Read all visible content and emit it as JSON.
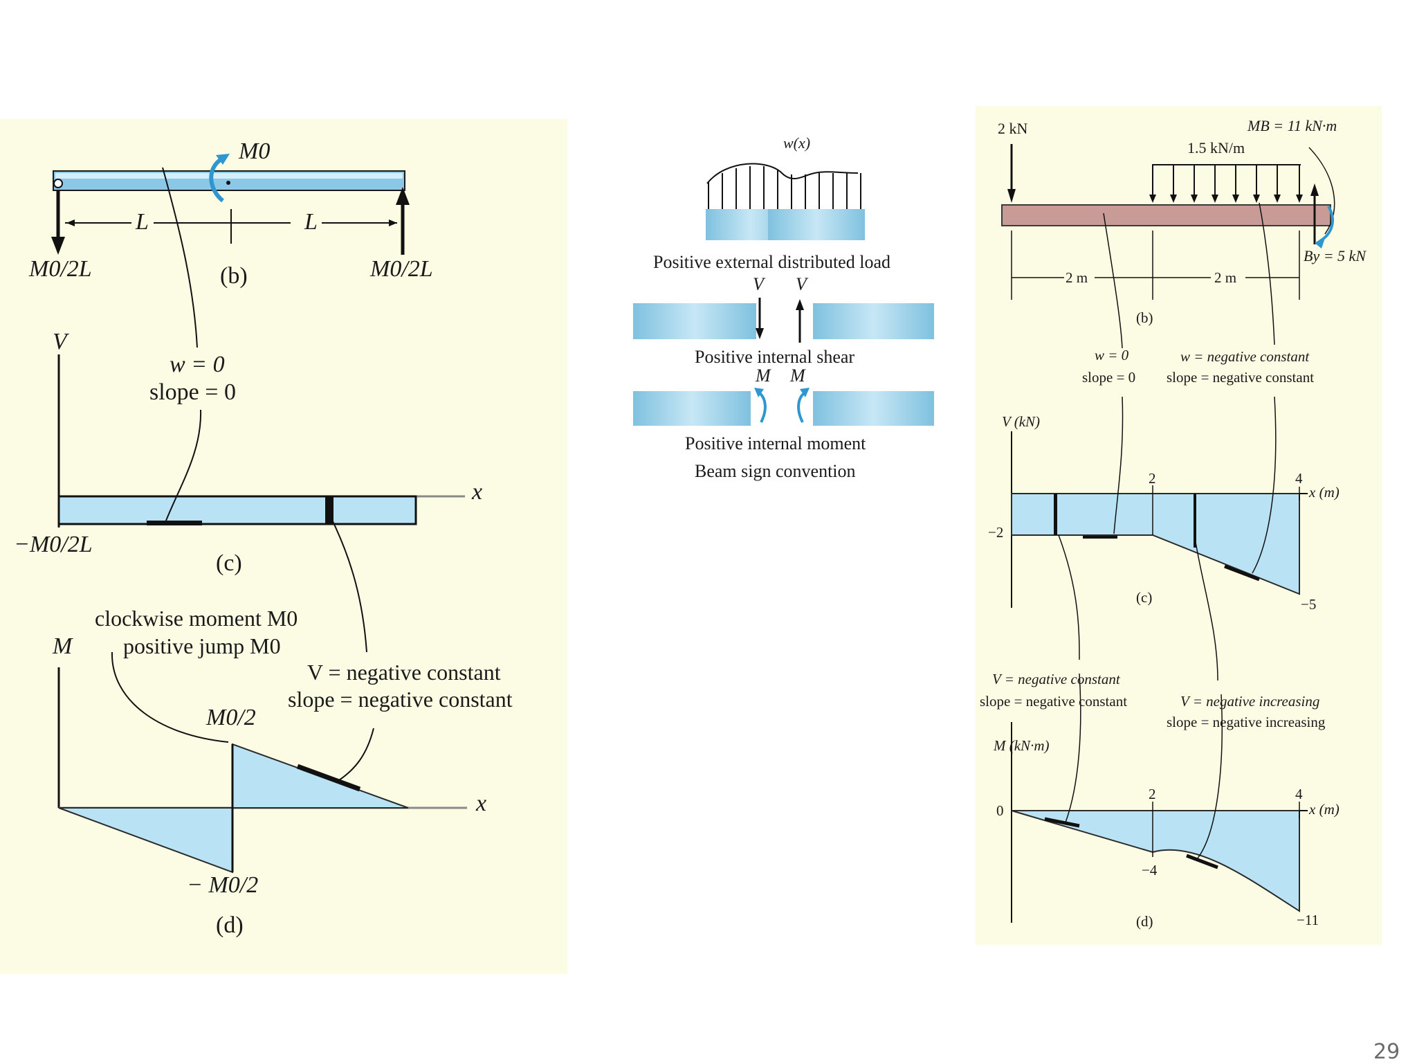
{
  "left": {
    "beam_moment_label": "M0",
    "span_label_1": "L",
    "span_label_2": "L",
    "reaction_left": "M0/2L",
    "reaction_right": "M0/2L",
    "fig_b": "(b)",
    "shear_axis": "V",
    "shear_annot_w": "w = 0",
    "shear_annot_slope": "slope = 0",
    "x_axis_shear": "x",
    "shear_value": "−M0/2L",
    "fig_c": "(c)",
    "moment_axis": "M",
    "moment_annot_1": "clockwise moment M0",
    "moment_annot_2": "positive jump M0",
    "moment_annot_3": "V = negative constant",
    "moment_annot_4": "slope = negative constant",
    "moment_max": "M0/2",
    "moment_min": "− M0/2",
    "x_axis_moment": "x",
    "fig_d": "(d)",
    "colors": {
      "fill": "#b9e2f5",
      "beam": "#8cc8e6"
    }
  },
  "middle": {
    "load_label": "w(x)",
    "caption_load": "Positive external distributed load",
    "shear_v1": "V",
    "shear_v2": "V",
    "caption_shear": "Positive internal shear",
    "moment_m1": "M",
    "moment_m2": "M",
    "caption_moment": "Positive internal moment",
    "caption_convention": "Beam sign convention"
  },
  "right": {
    "point_load": "2 kN",
    "moment_label": "MB = 11 kN·m",
    "dist_load": "1.5 kN/m",
    "reaction": "By = 5 kN",
    "dim_1": "2 m",
    "dim_2": "2 m",
    "fig_b": "(b)",
    "annot_w0": "w = 0",
    "annot_slope0": "slope = 0",
    "annot_wneg": "w = negative constant",
    "annot_slopeneg": "slope = negative constant",
    "v_axis": "V (kN)",
    "v_tick_2": "2",
    "v_tick_4": "4",
    "v_x_axis": "x (m)",
    "v_val_neg2": "−2",
    "v_val_neg5": "−5",
    "fig_c": "(c)",
    "annot_vneg": "V = negative constant",
    "annot_slope_negc": "slope = negative constant",
    "annot_vinc": "V = negative increasing",
    "annot_slope_inc": "slope = negative increasing",
    "m_axis": "M (kN·m)",
    "m_zero": "0",
    "m_tick_2": "2",
    "m_tick_4": "4",
    "m_x_axis": "x (m)",
    "m_val_neg4": "−4",
    "m_val_neg11": "−11",
    "fig_d": "(d)",
    "colors": {
      "fill": "#b9e2f5",
      "beam": "#c99b96"
    }
  },
  "page_number": "29"
}
